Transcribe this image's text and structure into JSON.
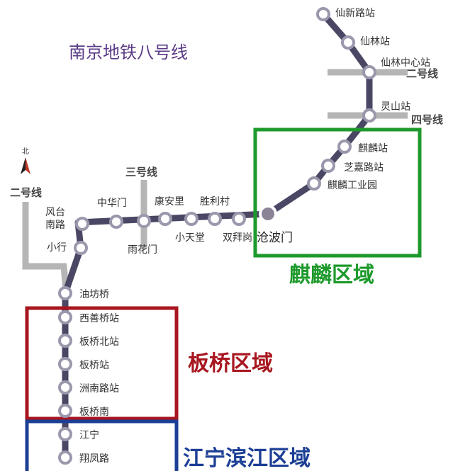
{
  "title": "南京地铁八号线",
  "north_label": "北",
  "transfer_lines": {
    "line2_top": "二号线",
    "line4": "四号线",
    "line3": "三号线",
    "line2_left": "二号线"
  },
  "stations": [
    {
      "id": "xianxinlu",
      "name": "仙新路站"
    },
    {
      "id": "xianlin",
      "name": "仙林站"
    },
    {
      "id": "xianlinzhongxin",
      "name": "仙林中心站"
    },
    {
      "id": "lingshan",
      "name": "灵山站"
    },
    {
      "id": "qilin",
      "name": "麒麟站"
    },
    {
      "id": "zhijialu",
      "name": "芝嘉路站"
    },
    {
      "id": "qilingongyeyuan",
      "name": "麒麟工业园"
    },
    {
      "id": "cangbomen",
      "name": "沧波门"
    },
    {
      "id": "shuangbaigang",
      "name": "双拜岗"
    },
    {
      "id": "shengli",
      "name": "胜利村"
    },
    {
      "id": "xiaotiantang",
      "name": "小天堂"
    },
    {
      "id": "kanganli",
      "name": "康安里"
    },
    {
      "id": "yuhuamen",
      "name": "雨花门"
    },
    {
      "id": "zhonghuamen",
      "name": "中华门"
    },
    {
      "id": "fengtainanlu",
      "name": "风台南路"
    },
    {
      "id": "xiaohang",
      "name": "小行"
    },
    {
      "id": "youfangqiao",
      "name": "油坊桥"
    },
    {
      "id": "xishanqiao",
      "name": "西善桥站"
    },
    {
      "id": "banqiaobei",
      "name": "板桥北站"
    },
    {
      "id": "banqiao",
      "name": "板桥站"
    },
    {
      "id": "zhounanlu",
      "name": "洲南路站"
    },
    {
      "id": "banqiaonan",
      "name": "板桥南"
    },
    {
      "id": "jiangning",
      "name": "江宁"
    },
    {
      "id": "xiangfenglu",
      "name": "翔凤路"
    }
  ],
  "regions": [
    {
      "id": "qilin",
      "label": "麒麟区域",
      "color": "#1e9a2c"
    },
    {
      "id": "banqiao",
      "label": "板桥区域",
      "color": "#a8161f"
    },
    {
      "id": "jiangning",
      "label": "江宁滨江区域",
      "color": "#1c3f95"
    }
  ],
  "colors": {
    "line8": "#4a4764",
    "transfer": "#b5b5b5",
    "station_fill": "#ffffff",
    "station_stroke": "#9a98ac"
  }
}
